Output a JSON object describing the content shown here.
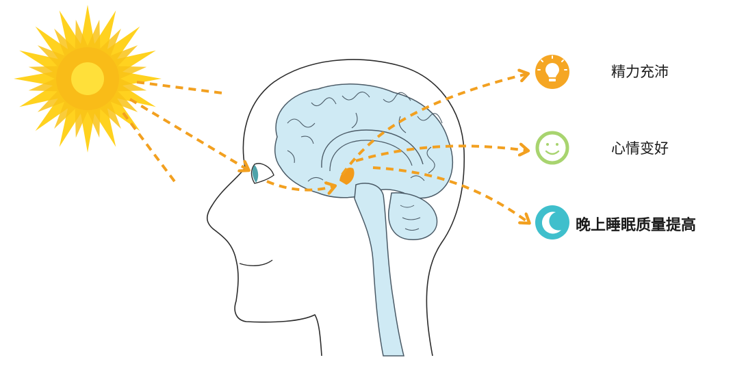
{
  "colors": {
    "sun_outer": "#FFD21F",
    "sun_inner": "#F7B51A",
    "arrow": "#F2A020",
    "brain_fill": "#CFEAF4",
    "brain_stroke": "#4A5A66",
    "hypothalamus": "#F29A1A",
    "head_stroke": "#2B2B2B",
    "eye": "#4FA3AA",
    "bulb_circle": "#F5A623",
    "smile_circle": "#A8D46F",
    "moon_circle": "#3FBFCC"
  },
  "icons": {
    "energy": "lightbulb-icon",
    "mood": "smile-icon",
    "sleep": "moon-icon"
  },
  "benefits": [
    {
      "label": "精力充沛"
    },
    {
      "label": "心情变好"
    },
    {
      "label": "晚上睡眠质量提高"
    }
  ]
}
